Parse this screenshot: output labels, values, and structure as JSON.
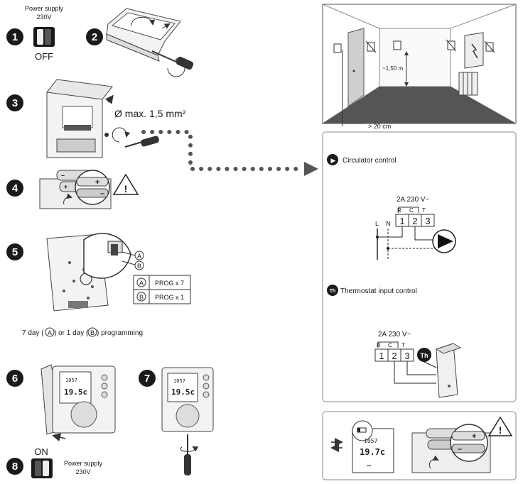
{
  "steps": [
    {
      "n": "1"
    },
    {
      "n": "2"
    },
    {
      "n": "3"
    },
    {
      "n": "4"
    },
    {
      "n": "5"
    },
    {
      "n": "6"
    },
    {
      "n": "7"
    },
    {
      "n": "8"
    }
  ],
  "step1": {
    "supply": "Power supply",
    "voltage": "230V",
    "state": "OFF"
  },
  "step3": {
    "cable": "Ø max. 1,5 mm²"
  },
  "step5": {
    "a_letter": "A",
    "b_letter": "B",
    "table": [
      {
        "letter": "A",
        "label": "PROG x 7"
      },
      {
        "letter": "B",
        "label": "PROG x 1"
      }
    ],
    "programming": {
      "p1": "7 day (",
      "a": "A",
      "p2": ") or 1 day (",
      "b": "B",
      "p3": ") programming"
    }
  },
  "step8": {
    "state": "ON",
    "supply": "Power supply",
    "voltage": "230V"
  },
  "lcd": {
    "t1": "1057",
    "t2": "19.5c",
    "t3": "1057",
    "t4": "19.5c",
    "t5": "1057",
    "t6": "19.7c"
  },
  "room": {
    "height": "~1,50 m",
    "distance": "> 20 cm"
  },
  "wiring": {
    "circ_icon": "▶",
    "circ_title": "Circulator control",
    "rating1": "2A 230 V~",
    "r1": "R",
    "c1": "C",
    "tt1": "T",
    "k1": "1",
    "k2": "2",
    "k3": "3",
    "L": "L",
    "N": "N",
    "th_icon": "Th",
    "th_title": "Thermostat input control",
    "rating2": "2A 230 V~",
    "r2": "R",
    "c2": "C",
    "tt2": "T",
    "k4": "1",
    "k5": "2",
    "k6": "3",
    "th_label": "Th"
  },
  "battery": {
    "plus": "+",
    "minus": "–",
    "warn": "!"
  }
}
